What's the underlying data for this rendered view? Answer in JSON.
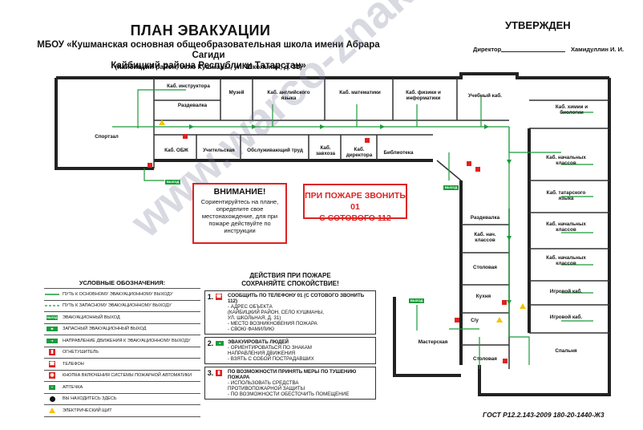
{
  "header": {
    "title": "ПЛАН ЭВАКУАЦИИ",
    "school_line1": "МБОУ «Кушманская основная общеобразовательная школа имени Абрара Сагиди",
    "school_line2": "Кайбицкий района Республики Татарстан»",
    "address": "(Кайбицкий район, село Кушманы, ул. Школьная, д. 31)",
    "approved": "УТВЕРЖДЕН",
    "director_label": "Директор",
    "director_name": "Хамидуллин И. И."
  },
  "rooms": {
    "instructor": "Каб. инструктора",
    "locker": "Раздевалка",
    "museum": "Музей",
    "english": "Каб. английского языка",
    "math": "Каб. математики",
    "physics": "Каб. физики и информатики",
    "study": "Учебный каб.",
    "chemistry": "Каб. химии и биологии",
    "gym": "Спортзал",
    "obzh": "Каб. ОБЖ",
    "teachers": "Учительская",
    "labor": "Обслуживающий труд",
    "supply": "Каб. завхоза",
    "director": "Каб. директора",
    "library": "Библиотека",
    "primary1": "Каб. начальных классов",
    "tatar": "Каб. татарского языка",
    "primary2": "Каб. начальных классов",
    "primary3": "Каб. начальных классов",
    "locker2": "Раздевалка",
    "primary4": "Каб. нач. классов",
    "dining": "Столовая",
    "kitchen": "Кухня",
    "workshop": "Мастерская",
    "wc": "С/у",
    "dining2": "Столовая",
    "play1": "Игровой каб.",
    "play2": "Игровой каб.",
    "bedroom": "Спальня"
  },
  "exit_labels": {
    "exit": "ВЫХОД"
  },
  "warning": {
    "heading": "ВНИМАНИЕ!",
    "body": "Сориентируйтесь на плане, определите свое местонахождение, для при пожаре действуйте по инструкции"
  },
  "fire_call": {
    "line1": "ПРИ ПОЖАРЕ ЗВОНИТЬ 01",
    "line2": "С СОТОВОГО 112"
  },
  "legend": {
    "title": "УСЛОВНЫЕ ОБОЗНАЧЕНИЯ:",
    "items": [
      "ПУТЬ К ОСНОВНОМУ ЭВАКУАЦИОННОМУ ВЫХОДУ",
      "ПУТЬ К ЗАПАСНОМУ ЭВАКУАЦИОННОМУ ВЫХОДУ",
      "ЭВАКУАЦИОННЫЙ ВЫХОД",
      "ЗАПАСНЫЙ ЭВАКУАЦИОННЫЙ ВЫХОД",
      "НАПРАВЛЕНИЕ ДВИЖЕНИЯ К ЭВАКУАЦИОННОМУ ВЫХОДУ",
      "ОГНЕТУШИТЕЛЬ",
      "ТЕЛЕФОН",
      "КНОПКА ВКЛЮЧЕНИЯ СИСТЕМЫ ПОЖАРНОЙ АВТОМАТИКИ",
      "АПТЕЧКА",
      "ВЫ НАХОДИТЕСЬ ЗДЕСЬ",
      "ЭЛЕКТРИЧЕСКИЙ ЩИТ"
    ],
    "exit_sym": "ВЫХОД"
  },
  "actions": {
    "title_line1": "ДЕЙСТВИЯ ПРИ ПОЖАРЕ",
    "title_line2": "СОХРАНЯЙТЕ СПОКОЙСТВИЕ!",
    "steps": [
      {
        "num": "1.",
        "head": "СООБЩИТЬ ПО ТЕЛЕФОНУ 01 (С СОТОВОГО ЗВОНИТЬ 112)",
        "lines": [
          "- АДРЕС ОБЪЕКТА",
          "(КАЙБИЦКИЙ РАЙОН, СЕЛО КУШМАНЫ,",
          "УЛ. ШКОЛЬНАЯ, Д. 31)",
          "- МЕСТО ВОЗНИКНОВЕНИЯ ПОЖАРА",
          "- СВОЮ ФАМИЛИЮ"
        ]
      },
      {
        "num": "2.",
        "head": "ЭВАКУИРОВАТЬ ЛЮДЕЙ",
        "lines": [
          "- ОРИЕНТИРОВАТЬСЯ ПО ЗНАКАМ",
          "НАПРАВЛЕНИЯ ДВИЖЕНИЯ",
          "- ВЗЯТЬ С СОБОЙ ПОСТРАДАВШИХ"
        ]
      },
      {
        "num": "3.",
        "head": "ПО ВОЗМОЖНОСТИ ПРИНЯТЬ МЕРЫ ПО ТУШЕНИЮ ПОЖАРА",
        "lines": [
          "- ИСПОЛЬЗОВАТЬ СРЕДСТВА",
          "ПРОТИВОПОЖАРНОЙ ЗАЩИТЫ",
          "- ПО ВОЗМОЖНОСТИ ОБЕСТОЧИТЬ ПОМЕЩЕНИЕ"
        ]
      }
    ]
  },
  "footer": {
    "gost": "ГОСТ Р12.2.143-2009  180-20-1440-Ж3"
  },
  "watermark": "www.warco-znaki.ru",
  "colors": {
    "path_green": "#1a9b3a",
    "wall": "#222222",
    "alert_red": "#d22222"
  }
}
